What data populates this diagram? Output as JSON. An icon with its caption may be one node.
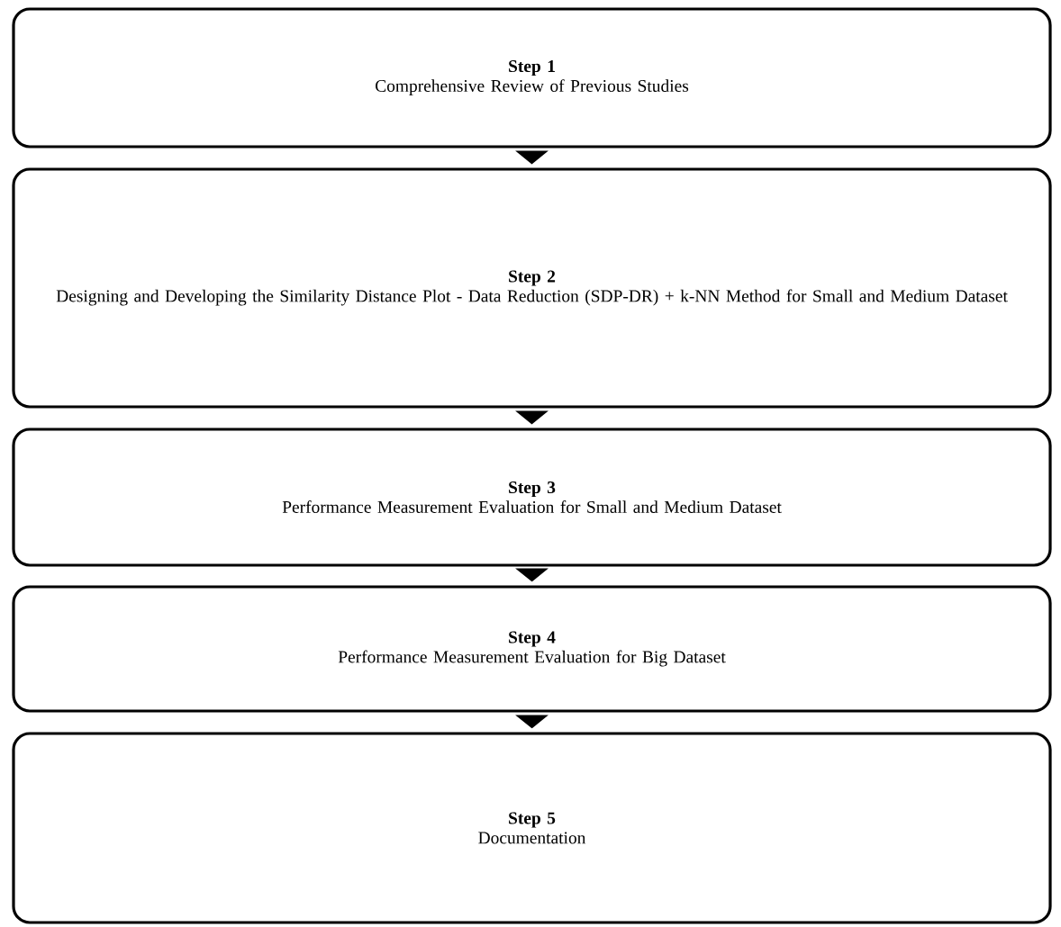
{
  "diagram": {
    "nodes": [
      {
        "text": [
          "Step 1",
          "Comprehensive Review of Previous Studies"
        ]
      },
      {
        "text": [
          "Step 2",
          "Designing and Developing the Similarity Distance Plot - Data Reduction (SDP-DR) + k-NN Method for Small and Medium Dataset"
        ]
      },
      {
        "text": [
          "Step 3",
          "Performance Measurement Evaluation for Small and Medium Dataset"
        ]
      },
      {
        "text": [
          "Step 4",
          "Performance Measurement Evaluation for Big Dataset"
        ]
      },
      {
        "text": [
          "Step 5",
          "Documentation"
        ]
      }
    ],
    "edges": [
      {
        "from": 0,
        "to": 1,
        "arrow": "to"
      },
      {
        "from": 1,
        "to": 2,
        "arrow": "to"
      },
      {
        "from": 2,
        "to": 3,
        "arrow": "to"
      },
      {
        "from": 3,
        "to": 4,
        "arrow": "to"
      }
    ]
  }
}
